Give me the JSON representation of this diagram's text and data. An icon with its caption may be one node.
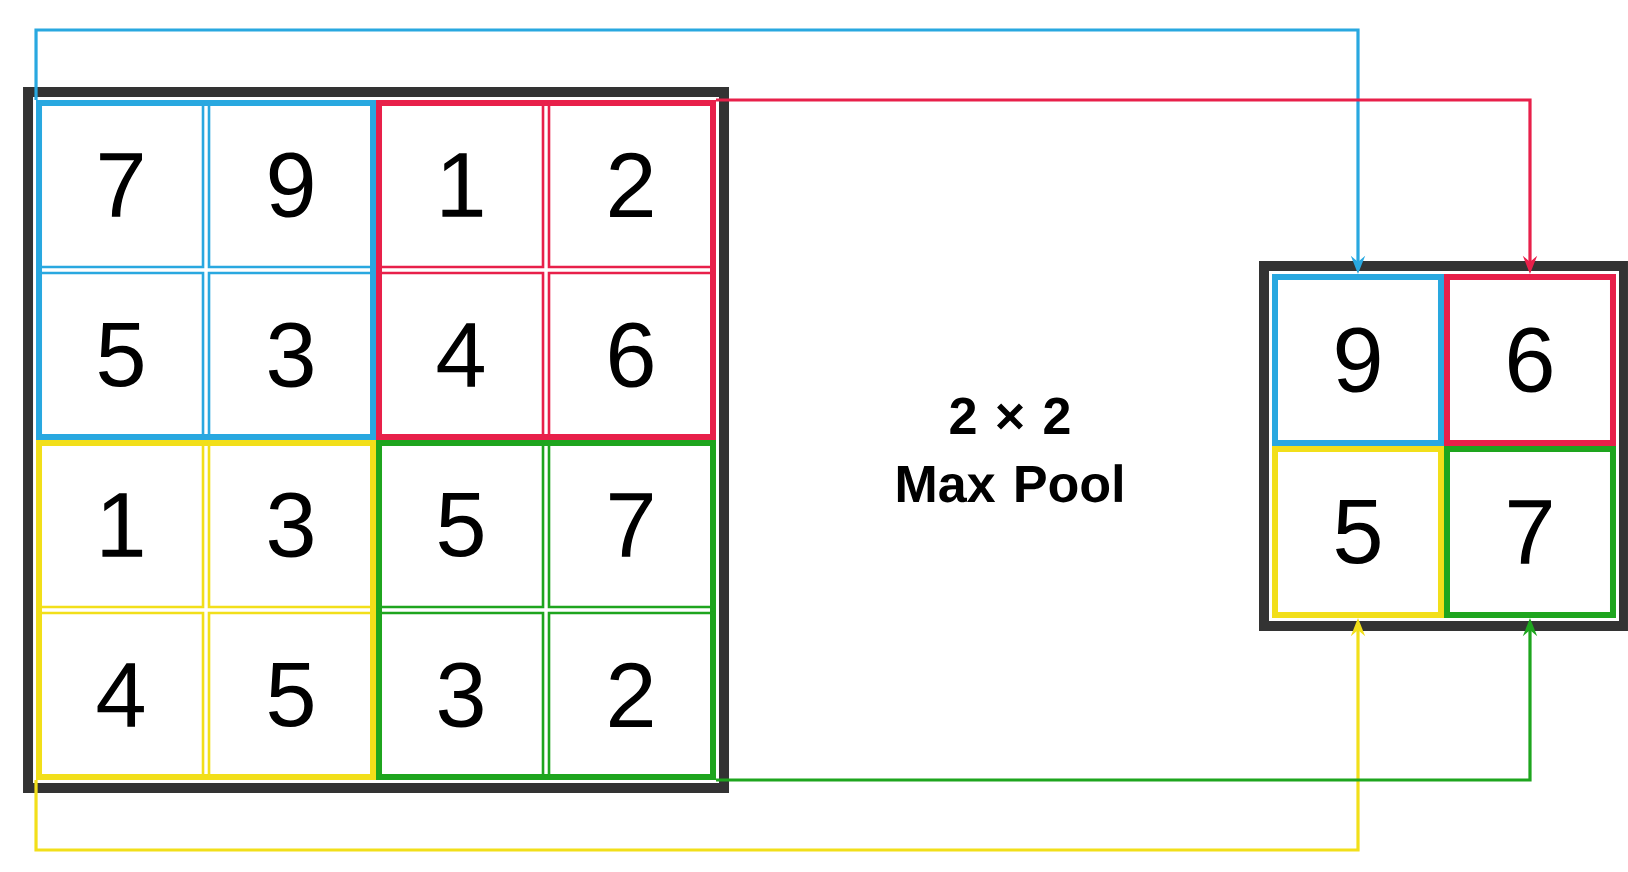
{
  "diagram": {
    "nodes": [
      {
        "text": [],
        "shape": "box"
      },
      {
        "text": [],
        "shape": "box",
        "in": 0
      },
      {
        "text": [
          "7"
        ],
        "in": 1
      },
      {
        "text": [
          "9"
        ],
        "in": 1
      },
      {
        "text": [
          "5"
        ],
        "in": 1
      },
      {
        "text": [
          "3"
        ],
        "in": 1
      },
      {
        "text": [],
        "shape": "box",
        "in": 0
      },
      {
        "text": [
          "1"
        ],
        "in": 6
      },
      {
        "text": [
          "2"
        ],
        "in": 6
      },
      {
        "text": [
          "4"
        ],
        "in": 6
      },
      {
        "text": [
          "6"
        ],
        "in": 6
      },
      {
        "text": [],
        "shape": "box",
        "in": 0
      },
      {
        "text": [
          "1"
        ],
        "in": 11
      },
      {
        "text": [
          "3"
        ],
        "in": 11
      },
      {
        "text": [
          "4"
        ],
        "in": 11
      },
      {
        "text": [
          "5"
        ],
        "in": 11
      },
      {
        "text": [],
        "shape": "box",
        "in": 0
      },
      {
        "text": [
          "5"
        ],
        "in": 16
      },
      {
        "text": [
          "7"
        ],
        "in": 16
      },
      {
        "text": [
          "3"
        ],
        "in": 16
      },
      {
        "text": [
          "2"
        ],
        "in": 16
      },
      {
        "text": [],
        "shape": "box"
      },
      {
        "text": [
          "9"
        ],
        "in": 21
      },
      {
        "text": [
          "6"
        ],
        "in": 21
      },
      {
        "text": [
          "5"
        ],
        "in": 21
      },
      {
        "text": [
          "7"
        ],
        "in": 21
      }
    ],
    "edges": [
      {
        "from": 1,
        "to": 22,
        "arrow": "to",
        "color": "#29a8e0"
      },
      {
        "from": 6,
        "to": 23,
        "arrow": "to",
        "color": "#e8204a"
      },
      {
        "from": 11,
        "to": 24,
        "arrow": "to",
        "color": "#f2df1a"
      },
      {
        "from": 16,
        "to": 25,
        "arrow": "to",
        "color": "#1ea51e"
      }
    ],
    "labels": [
      "2 × 2 Max Pool"
    ]
  }
}
